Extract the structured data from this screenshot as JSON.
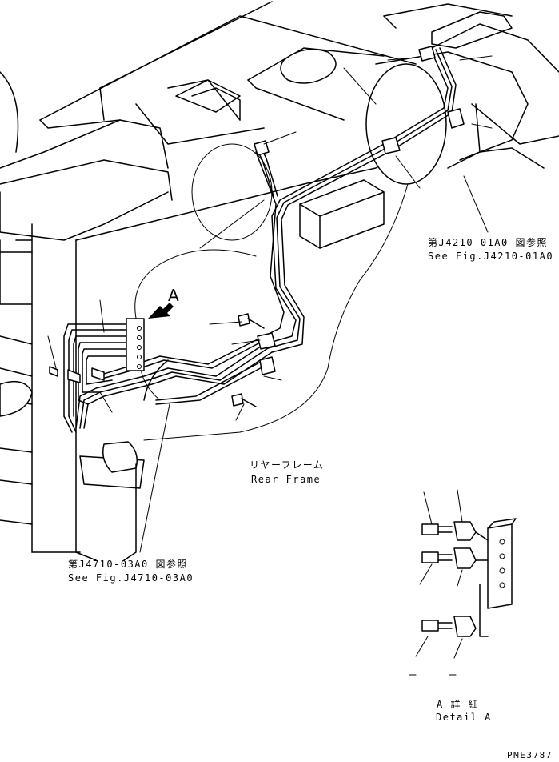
{
  "labels": {
    "fig_ref_right_jp": "第J4210-01A0 図参照",
    "fig_ref_right_en": "See Fig.J4210-01A0",
    "fig_ref_left_jp": "第J4710-03A0 図参照",
    "fig_ref_left_en": "See Fig.J4710-03A0",
    "rear_frame_jp": "リヤーフレーム",
    "rear_frame_en": "Rear Frame",
    "view_marker": "A",
    "detail_jp": "A 詳 細",
    "detail_en": "Detail A",
    "drawing_code": "PME3787"
  }
}
